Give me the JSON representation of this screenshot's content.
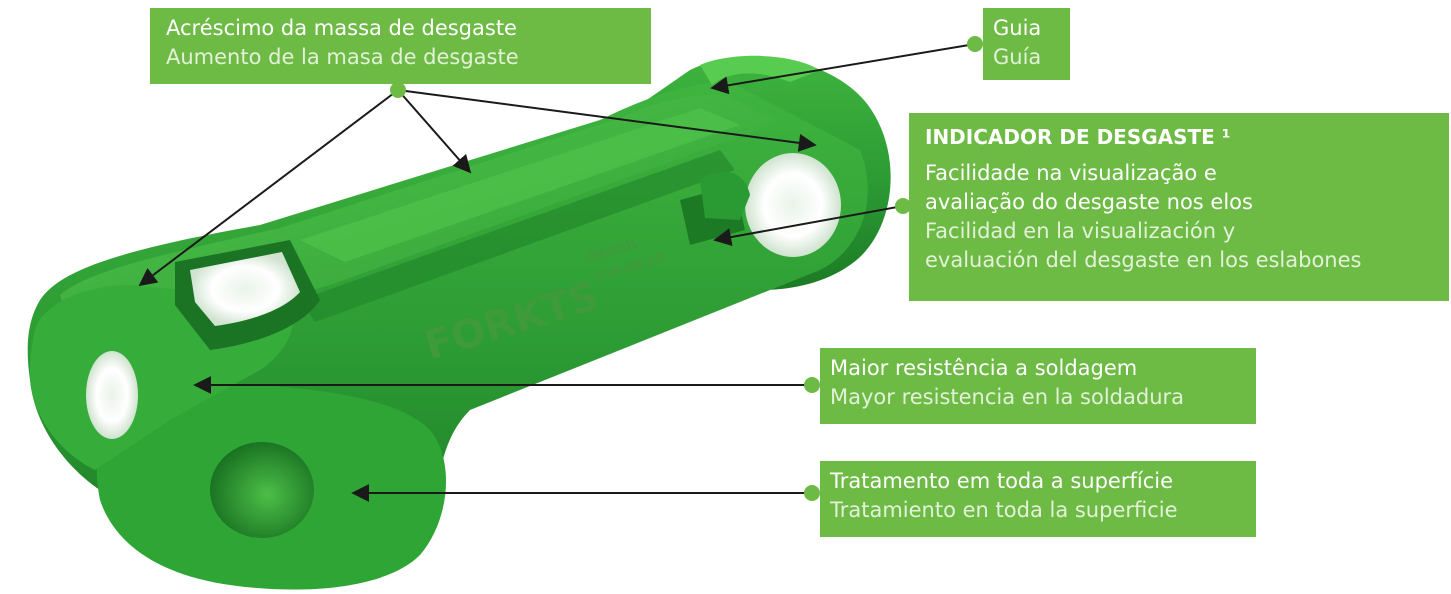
{
  "labels": {
    "massa": {
      "pt": "Acréscimo da massa de desgaste",
      "es": "Aumento de la masa de desgaste"
    },
    "guia": {
      "pt": "Guia",
      "es": "Guía"
    },
    "indicador": {
      "heading": "INDICADOR DE DESGASTE ¹",
      "pt_line1": "Facilidade na visualização e",
      "pt_line2": "avaliação do desgaste nos elos",
      "es_line1": "Facilidad en la visualización y",
      "es_line2": "evaluación del desgaste en los eslabones"
    },
    "solda": {
      "pt": "Maior resistência a soldagem",
      "es": "Mayor resistencia en la soldadura"
    },
    "tratamento": {
      "pt": "Tratamento em toda a superfície",
      "es": "Tratamiento en toda la superficie"
    }
  },
  "part_marking": {
    "brand": "FORKTS",
    "country": "BRASIL",
    "code": "149.00.20"
  },
  "colors": {
    "label_bg": "#6dbb45",
    "part_green": "#2e9b36",
    "part_dark": "#1d7a26",
    "part_light": "#4fc04a",
    "arrow": "#1a1a1a"
  }
}
